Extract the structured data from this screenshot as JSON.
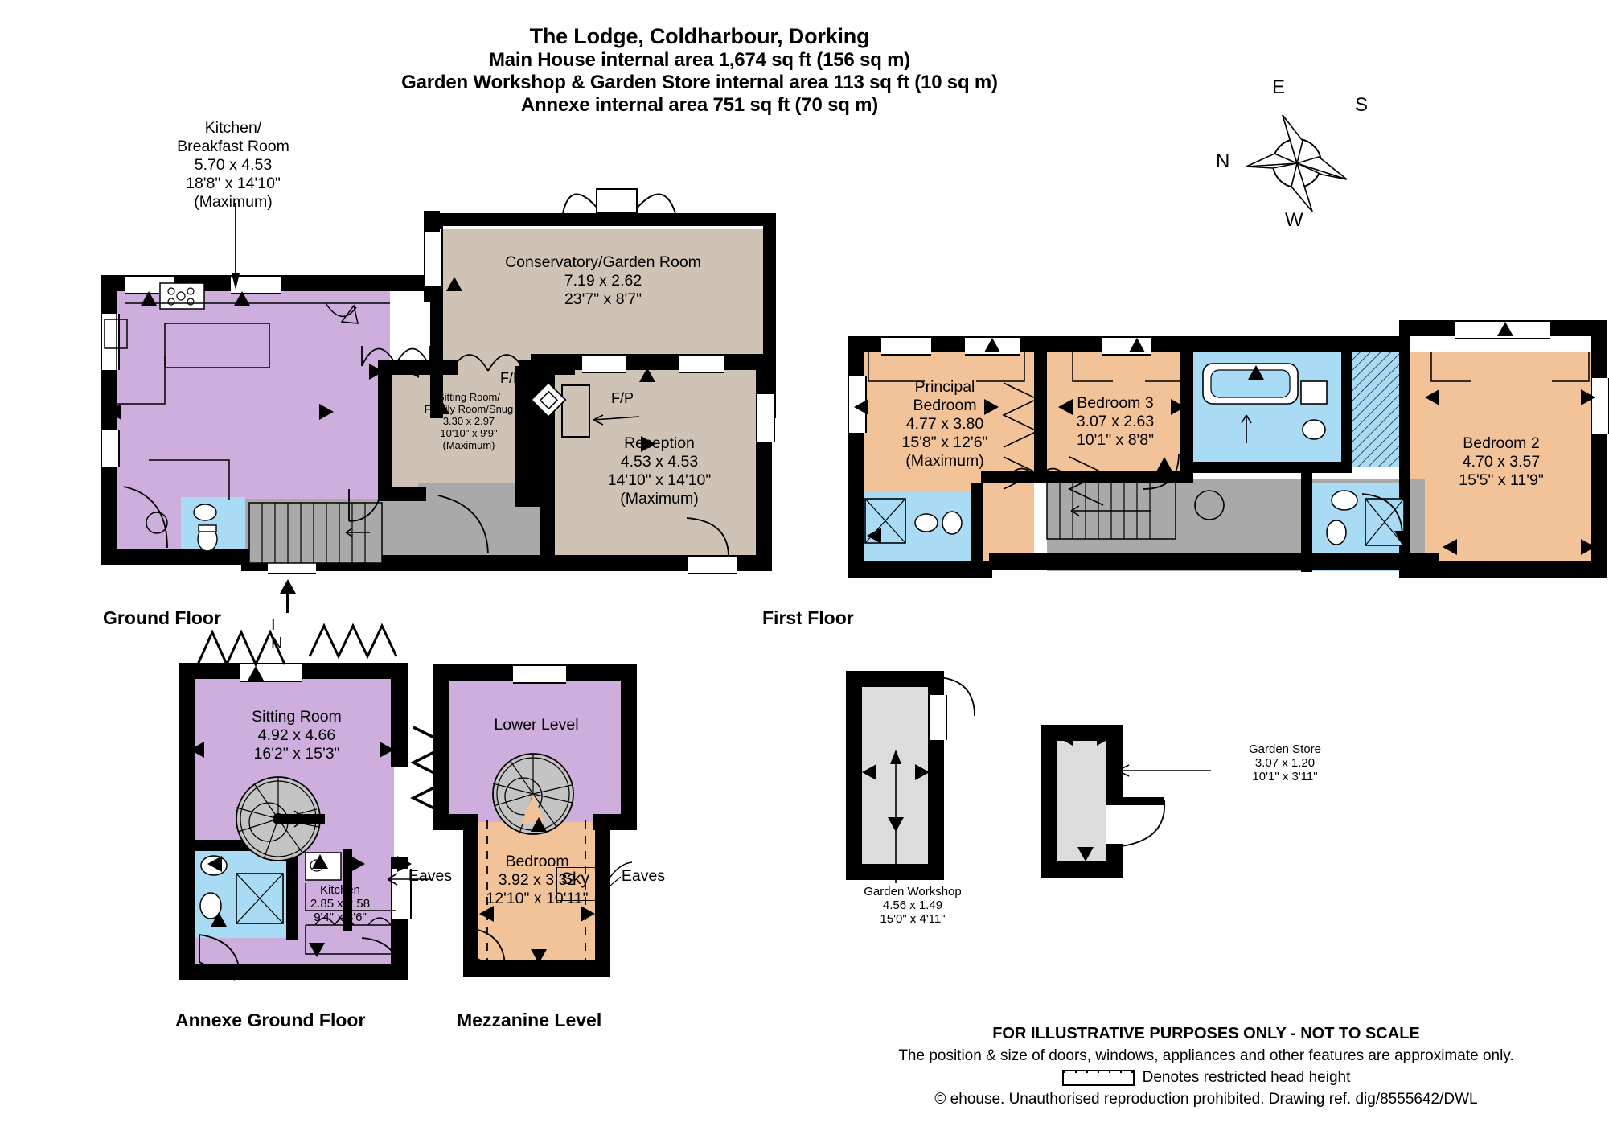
{
  "header": {
    "title": "The Lodge, Coldharbour, Dorking",
    "line2": "Main House internal area 1,674 sq ft (156 sq m)",
    "line3": "Garden Workshop & Garden Store internal area 113 sq ft (10 sq m)",
    "line4": "Annexe internal area 751 sq ft (70 sq m)"
  },
  "compass": {
    "n": "N",
    "e": "E",
    "s": "S",
    "w": "W"
  },
  "floors": {
    "ground": "Ground Floor",
    "first": "First Floor",
    "annexe_ground": "Annexe Ground Floor",
    "mezzanine": "Mezzanine Level"
  },
  "ground_floor": {
    "kitchen": {
      "name_l1": "Kitchen/",
      "name_l2": "Breakfast Room",
      "metric": "5.70 x 4.53",
      "imperial": "18'8\" x 14'10\"",
      "note": "(Maximum)"
    },
    "conservatory": {
      "name": "Conservatory/Garden Room",
      "metric": "7.19 x 2.62",
      "imperial": "23'7\" x 8'7\""
    },
    "snug": {
      "name_l1": "Sitting Room/",
      "name_l2": "Family Room/Snug",
      "metric": "3.30 x 2.97",
      "imperial": "10'10\" x 9'9\"",
      "note": "(Maximum)"
    },
    "reception": {
      "name": "Reception",
      "metric": "4.53 x 4.53",
      "imperial": "14'10\" x 14'10\"",
      "note": "(Maximum)"
    },
    "fireplace_snug": "F/P",
    "fireplace_reception": "F/P",
    "entrance": "I N"
  },
  "first_floor": {
    "principal": {
      "name_l1": "Principal",
      "name_l2": "Bedroom",
      "metric": "4.77 x 3.80",
      "imperial": "15'8\" x 12'6\"",
      "note": "(Maximum)"
    },
    "bedroom3": {
      "name": "Bedroom 3",
      "metric": "3.07 x 2.63",
      "imperial": "10'1\" x 8'8\""
    },
    "bedroom2": {
      "name": "Bedroom 2",
      "metric": "4.70 x 3.57",
      "imperial": "15'5\" x 11'9\""
    }
  },
  "annexe_ground_floor": {
    "sitting": {
      "name": "Sitting Room",
      "metric": "4.92 x 4.66",
      "imperial": "16'2\" x 15'3\""
    },
    "kitchen": {
      "name": "Kitchen",
      "metric": "2.85 x 2.58",
      "imperial": "9'4\" x 8'6\""
    }
  },
  "mezzanine_level": {
    "lower_level": "Lower Level",
    "bedroom": {
      "name": "Bedroom",
      "metric": "3.92 x 3.32",
      "imperial": "12'10\" x 10'11\""
    },
    "skylight": "Sky",
    "eaves_left": "Eaves",
    "eaves_right": "Eaves"
  },
  "outbuildings": {
    "workshop": {
      "name": "Garden Workshop",
      "metric": "4.56 x 1.49",
      "imperial": "15'0\" x 4'11\""
    },
    "store": {
      "name": "Garden Store",
      "metric": "3.07 x 1.20",
      "imperial": "10'1\" x 3'11\""
    }
  },
  "footer": {
    "line1": "FOR ILLUSTRATIVE PURPOSES ONLY - NOT TO SCALE",
    "line2": "The position & size of doors, windows, appliances and other features are approximate only.",
    "line3": "Denotes restricted head height",
    "line4": "© ehouse. Unauthorised reproduction prohibited. Drawing ref. dig/8555642/DWL"
  },
  "colors": {
    "purple": "#cdaedc",
    "beige": "#cec3b4",
    "orange": "#f2c399",
    "blue": "#aadbf5",
    "grey": "#a9a9a9",
    "lightgrey": "#dcdcdc"
  }
}
